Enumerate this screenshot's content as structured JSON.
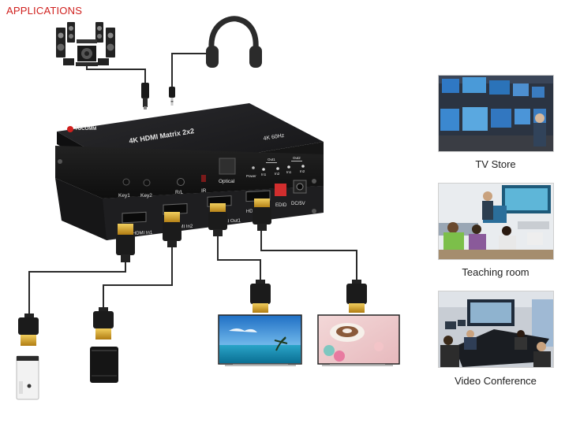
{
  "title": "APPLICATIONS",
  "device": {
    "brand": "TOCOMM",
    "model_label": "4K HDMI Matrix 2x2",
    "spec_label": "4K 60Hz",
    "front_labels": [
      "Key1",
      "Key2",
      "R/L",
      "IR",
      "Optical",
      "Power",
      "In1",
      "In2",
      "In1",
      "In2",
      "EDID",
      "DC/5V"
    ],
    "out_labels": [
      "Out1",
      "Out2"
    ],
    "port_labels": [
      "HDMI In1",
      "HDMI In2",
      "HDMI Out1",
      "HDMI Out2"
    ]
  },
  "applications": [
    {
      "caption": "TV Store"
    },
    {
      "caption": "Teaching room"
    },
    {
      "caption": "Video Conference"
    }
  ],
  "colors": {
    "title": "#d0201e",
    "device_body": "#1c1c1e",
    "cable": "#2a2a2a",
    "gold": "#d4a22a"
  }
}
